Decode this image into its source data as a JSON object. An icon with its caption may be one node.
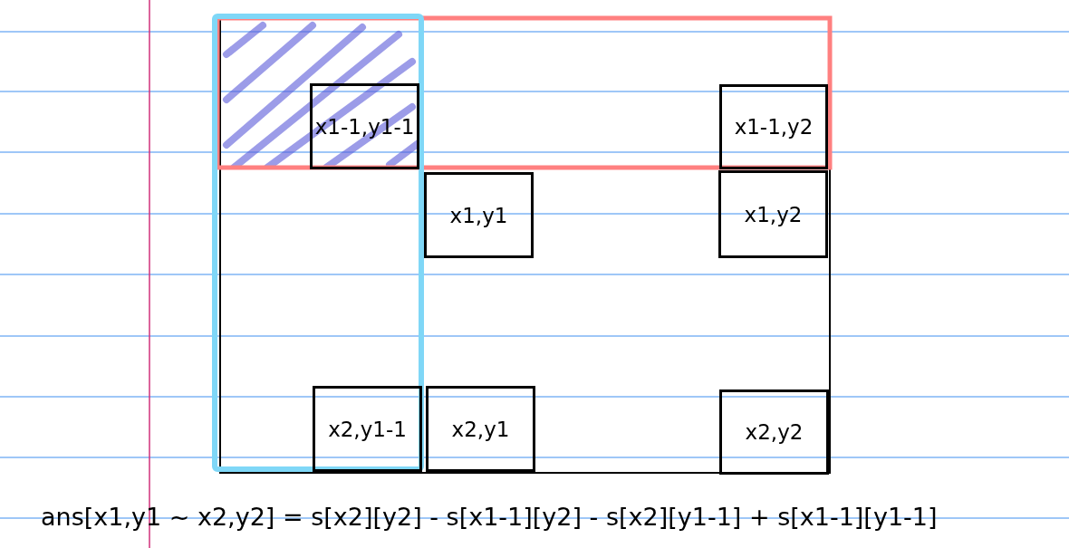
{
  "diagram": {
    "nodes": [
      {
        "text": [
          "x1-1,y1-1"
        ]
      },
      {
        "text": [
          "x1-1,y2"
        ]
      },
      {
        "text": [
          "x1,y1"
        ]
      },
      {
        "text": [
          "x1,y2"
        ]
      },
      {
        "text": [
          "x2,y1-1"
        ]
      },
      {
        "text": [
          "x2,y1"
        ]
      },
      {
        "text": [
          "x2,y2"
        ]
      }
    ],
    "edges": [],
    "labels": [
      "ans[x1,y1 ~ x2,y2] = s[x2][y2] - s[x1-1][y2] - s[x2][y1-1] + s[x1-1][y1-1]"
    ]
  }
}
